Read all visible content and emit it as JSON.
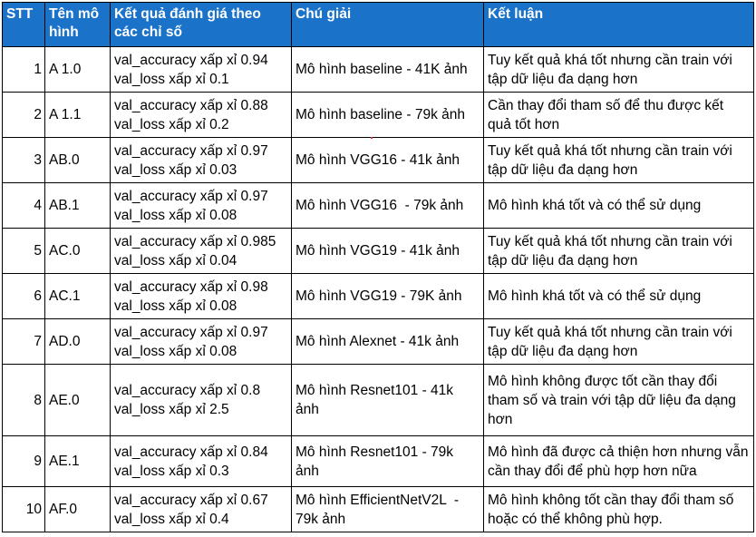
{
  "headers": {
    "stt": "STT",
    "name": "Tên mô hình",
    "result": "Kết quả đánh giá theo các chỉ số",
    "note": "Chú giải",
    "conclusion": "Kết luận"
  },
  "rows": [
    {
      "stt": "1",
      "name": "A 1.0",
      "acc": "val_accuracy xấp xỉ 0.94",
      "loss": "val_loss xấp xỉ 0.1",
      "note": "Mô hình baseline - 41K ảnh",
      "conclusion": "Tuy kết quả khá tốt nhưng cần train với tập dữ liệu đa dạng hơn"
    },
    {
      "stt": "2",
      "name": "A 1.1",
      "acc": "val_accuracy xấp xỉ 0.88",
      "loss": "val_loss xấp xỉ 0.2",
      "note": "Mô hình baseline - 79k ảnh",
      "conclusion": "Cần thay đổi tham số để thu được kết quả tốt hơn"
    },
    {
      "stt": "3",
      "name": "AB.0",
      "acc": "val_accuracy xấp xỉ 0.97",
      "loss": "val_loss xấp xỉ 0.03",
      "note": "Mô hình VGG16 - 41k ảnh",
      "conclusion": "Tuy kết quả khá tốt nhưng cần train với tập dữ liệu đa dạng hơn"
    },
    {
      "stt": "4",
      "name": "AB.1",
      "acc": "val_accuracy xấp xỉ 0.97",
      "loss": "val_loss xấp xỉ 0.08",
      "note": "Mô hình VGG16  - 79k ảnh",
      "conclusion": "Mô hình khá tốt và có thể sử dụng"
    },
    {
      "stt": "5",
      "name": "AC.0",
      "acc": "val_accuracy xấp xỉ 0.985",
      "loss": "val_loss xấp xỉ 0.04",
      "note": "Mô hình VGG19 - 41k ảnh",
      "conclusion": "Tuy kết quả khá tốt nhưng cần train với tập dữ liệu đa dạng hơn"
    },
    {
      "stt": "6",
      "name": "AC.1",
      "acc": "val_accuracy xấp xỉ 0.98",
      "loss": "val_loss xấp xỉ 0.08",
      "note": "Mô hình VGG19 - 79K ảnh",
      "conclusion": "Mô hình khá tốt và có thể sử dụng"
    },
    {
      "stt": "7",
      "name": "AD.0",
      "acc": "val_accuracy xấp xỉ 0.97",
      "loss": "val_loss xấp xỉ 0.08",
      "note": "Mô hình Alexnet - 41k ảnh",
      "conclusion": "Tuy kết quả khá tốt nhưng cần train với tập dữ liệu đa dạng hơn"
    },
    {
      "stt": "8",
      "name": "AE.0",
      "acc": "val_accuracy xấp xỉ 0.8",
      "loss": "val_loss xấp xỉ 2.5",
      "note": "Mô hình Resnet101 - 41k ảnh",
      "conclusion": "Mô hình không được tốt cần thay đổi tham số và train với tập dữ liệu đa dạng hơn"
    },
    {
      "stt": "9",
      "name": "AE.1",
      "acc": "val_accuracy xấp xỉ 0.84",
      "loss": "val_loss xấp xỉ 0.3",
      "note": "Mô hình Resnet101 - 79k ảnh",
      "conclusion": "Mô hình đã được cả thiện hơn nhưng vẫn cần thay đổi để phù hợp hơn nữa"
    },
    {
      "stt": "10",
      "name": "AF.0",
      "acc": "val_accuracy xấp xỉ 0.67",
      "loss": "val_loss xấp xỉ 0.4",
      "note": "Mô hình EfficientNetV2L  - 79k ảnh",
      "conclusion": "Mô hình không tốt cần thay đổi tham số hoặc có thể không phù hợp."
    }
  ]
}
